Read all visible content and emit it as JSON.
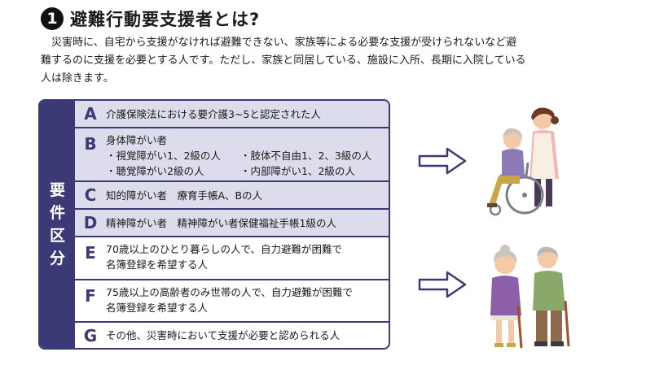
{
  "heading": {
    "number": "1",
    "title": "避難行動要支援者とは?"
  },
  "intro": [
    "災害時に、自宅から支援がなければ避難できない、家族等による必要な支援が受けられないなど避",
    "難するのに支援を必要とする人です。ただし、家族と同居している、施設に入所、長期に入院している",
    "人は除きます。"
  ],
  "side_label": [
    "要",
    "件",
    "区",
    "分"
  ],
  "rows": [
    {
      "letter": "A",
      "lines": [
        "介護保険法における要介護3~5と認定された人"
      ]
    },
    {
      "letter": "B",
      "title": "身体障がい者",
      "sub": [
        [
          "・視覚障がい1、2級の人",
          "・肢体不自由1、2、3級の人"
        ],
        [
          "・聴覚障がい2級の人",
          "・内部障がい1、2級の人"
        ]
      ]
    },
    {
      "letter": "C",
      "lines": [
        "知的障がい者　療育手帳A、Bの人"
      ]
    },
    {
      "letter": "D",
      "lines": [
        "精神障がい者　精神障がい者保健福祉手帳1級の人"
      ]
    },
    {
      "letter": "E",
      "lines": [
        "70歳以上のひとり暮らしの人で、自力避難が困難で",
        "名簿登録を希望する人"
      ]
    },
    {
      "letter": "F",
      "lines": [
        "75歳以上の高齢者のみ世帯の人で、自力避難が困難で",
        "名簿登録を希望する人"
      ]
    },
    {
      "letter": "G",
      "lines": [
        "その他、災害時において支援が必要と認められる人"
      ]
    }
  ],
  "colors": {
    "navy": "#3b3a76",
    "row_shade": "#dcdcec"
  },
  "icons": {
    "arrow": "right-arrow-icon",
    "wheelchair": "wheelchair-caregiver-illustration",
    "elderly": "elderly-couple-illustration"
  }
}
